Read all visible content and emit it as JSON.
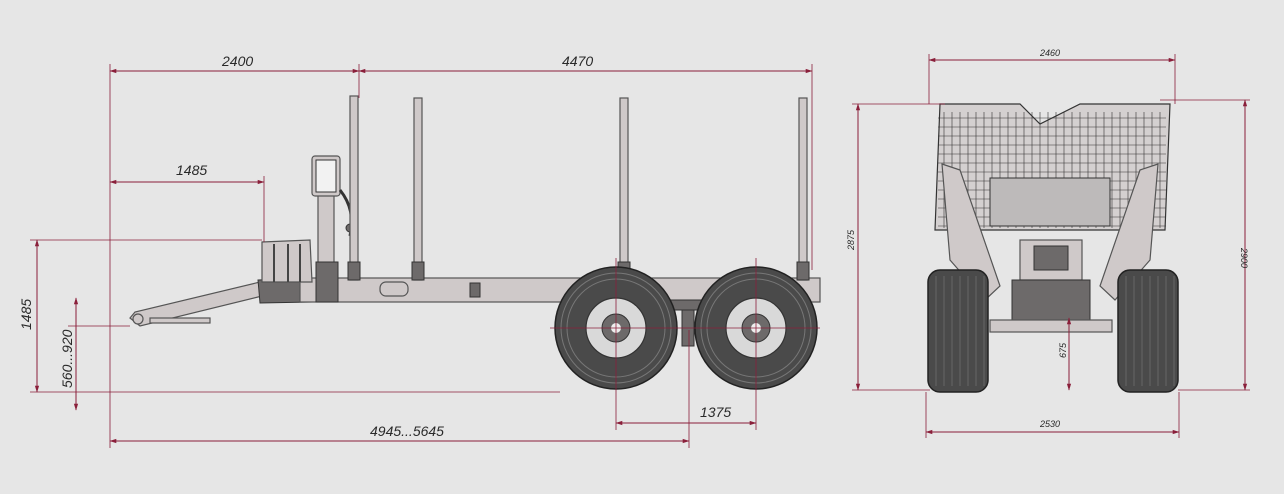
{
  "dimensions": {
    "d2400": "2400",
    "d4470": "4470",
    "d1485_top": "1485",
    "d1485_side": "1485",
    "d560_920": "560...920",
    "d1375": "1375",
    "d4945_5645": "4945...5645",
    "d2460": "2460",
    "d2875": "2875",
    "d2900": "2900",
    "d675": "675",
    "d2530": "2530"
  },
  "colors": {
    "background": "#e6e6e6",
    "dimension_line": "#8a1f3a",
    "frame": "#cfc9c9",
    "tire": "#4a4a4a"
  }
}
